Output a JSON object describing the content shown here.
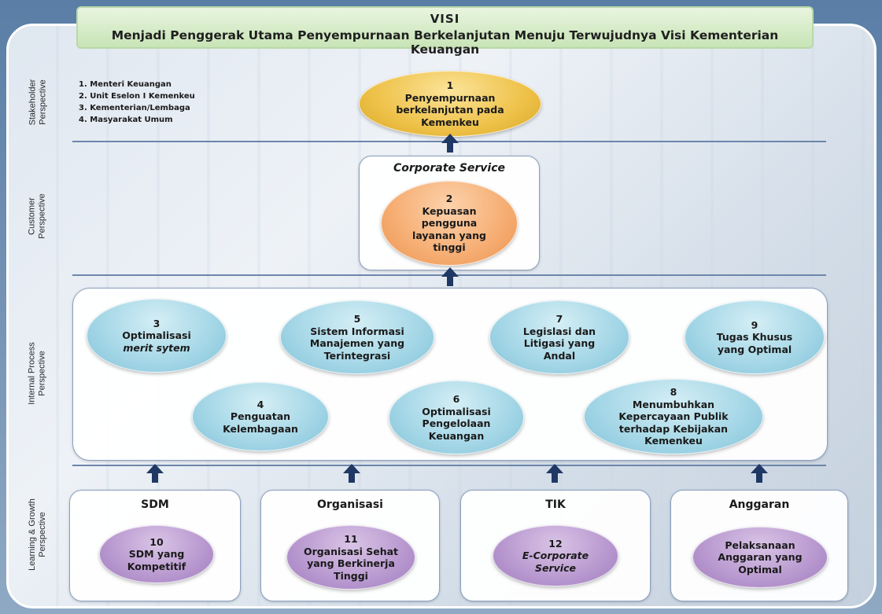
{
  "visi": {
    "title": "VISI",
    "text": "Menjadi Penggerak Utama  Penyempurnaan Berkelanjutan Menuju Terwujudnya Visi Kementerian Keuangan"
  },
  "perspectives": {
    "stakeholder": "Stakeholder\nPerspective",
    "customer": "Customer\nPerspective",
    "internal": "Internal Process\nPerspective",
    "learning": "Learning & Growth\nPerspective"
  },
  "stakeholders": [
    "1.  Menteri Keuangan",
    "2.  Unit Eselon I Kemenkeu",
    "3.  Kementerian/Lembaga",
    "4.  Masyarakat Umum"
  ],
  "objectives": {
    "o1": {
      "num": "1",
      "lines": [
        "Penyempurnaan",
        "berkelanjutan pada",
        "Kemenkeu"
      ]
    },
    "corporate_service": "Corporate Service",
    "o2": {
      "num": "2",
      "lines": [
        "Kepuasan",
        "pengguna",
        "layanan yang",
        "tinggi"
      ]
    },
    "o3": {
      "num": "3",
      "line1": "Optimalisasi",
      "line2_italic": "merit sytem"
    },
    "o4": {
      "num": "4",
      "lines": [
        "Penguatan",
        "Kelembagaan"
      ]
    },
    "o5": {
      "num": "5",
      "lines": [
        "Sistem Informasi",
        "Manajemen yang",
        "Terintegrasi"
      ]
    },
    "o6": {
      "num": "6",
      "lines": [
        "Optimalisasi",
        "Pengelolaan",
        "Keuangan"
      ]
    },
    "o7": {
      "num": "7",
      "lines": [
        "Legislasi dan",
        "Litigasi yang",
        "Andal"
      ]
    },
    "o8": {
      "num": "8",
      "lines": [
        "Menumbuhkan",
        "Kepercayaan Publik",
        "terhadap Kebijakan",
        "Kemenkeu"
      ]
    },
    "o9": {
      "num": "9",
      "lines": [
        "Tugas Khusus",
        "yang Optimal"
      ]
    }
  },
  "learning": [
    {
      "title": "SDM",
      "num": "10",
      "lines": [
        "SDM yang",
        "Kompetitif"
      ],
      "italic": false
    },
    {
      "title": "Organisasi",
      "num": "11",
      "lines": [
        "Organisasi Sehat",
        "yang Berkinerja",
        "Tinggi"
      ],
      "italic": false
    },
    {
      "title": "TIK",
      "num": "12",
      "lines": [
        "E-Corporate",
        "Service"
      ],
      "italic": true
    },
    {
      "title": "Anggaran",
      "num": "",
      "lines": [
        "Pelaksanaan",
        "Anggaran yang",
        "Optimal"
      ],
      "italic": false
    }
  ],
  "colors": {
    "gold": "#eec148",
    "orange": "#f6ad72",
    "blue": "#a3d6e6",
    "purple": "#b898cf",
    "arrow": "#1f3864",
    "divider": "#6d86ab"
  }
}
